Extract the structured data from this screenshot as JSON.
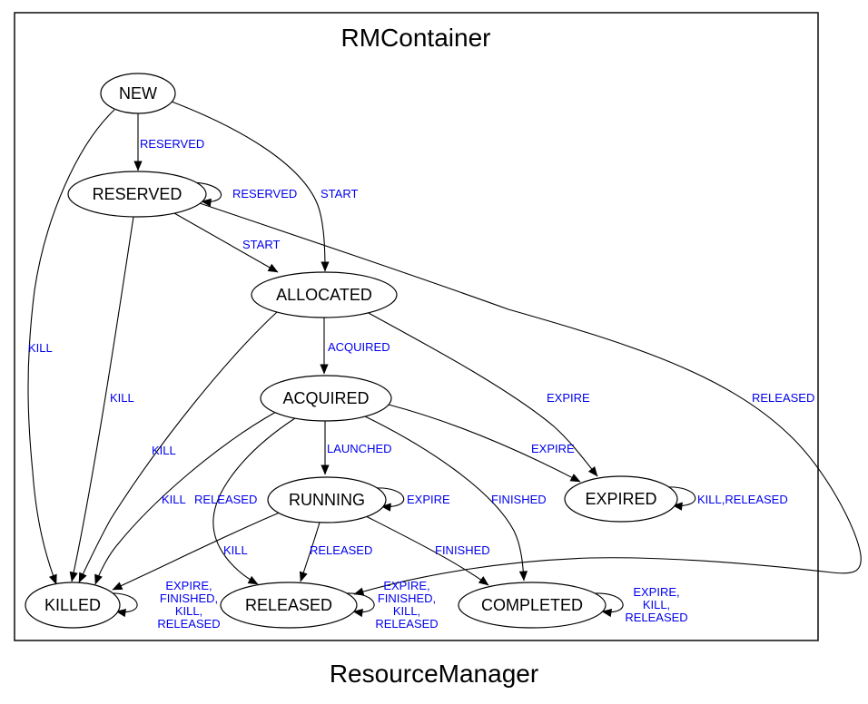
{
  "diagram": {
    "cluster_title": "RMContainer",
    "graph_label": "ResourceManager",
    "colors": {
      "background": "#ffffff",
      "border": "#1a1a1a",
      "node_fill": "#ffffff",
      "node_stroke": "#000000",
      "node_text": "#000000",
      "edge": "#000000",
      "edge_label_text": "#0000ee"
    },
    "nodes": [
      {
        "id": "NEW",
        "label": "NEW"
      },
      {
        "id": "RESERVED",
        "label": "RESERVED"
      },
      {
        "id": "ALLOCATED",
        "label": "ALLOCATED"
      },
      {
        "id": "ACQUIRED",
        "label": "ACQUIRED"
      },
      {
        "id": "RUNNING",
        "label": "RUNNING"
      },
      {
        "id": "EXPIRED",
        "label": "EXPIRED"
      },
      {
        "id": "KILLED",
        "label": "KILLED"
      },
      {
        "id": "RELEASED",
        "label": "RELEASED"
      },
      {
        "id": "COMPLETED",
        "label": "COMPLETED"
      }
    ],
    "edges": [
      {
        "from": "NEW",
        "to": "RESERVED",
        "label": "RESERVED"
      },
      {
        "from": "NEW",
        "to": "ALLOCATED",
        "label": "START"
      },
      {
        "from": "NEW",
        "to": "KILLED",
        "label": "KILL"
      },
      {
        "from": "RESERVED",
        "to": "RESERVED",
        "label": "RESERVED"
      },
      {
        "from": "RESERVED",
        "to": "ALLOCATED",
        "label": "START"
      },
      {
        "from": "RESERVED",
        "to": "KILLED",
        "label": "KILL"
      },
      {
        "from": "RESERVED",
        "to": "RELEASED",
        "label": "RELEASED"
      },
      {
        "from": "ALLOCATED",
        "to": "ACQUIRED",
        "label": "ACQUIRED"
      },
      {
        "from": "ALLOCATED",
        "to": "EXPIRED",
        "label": "EXPIRE"
      },
      {
        "from": "ALLOCATED",
        "to": "KILLED",
        "label": "KILL"
      },
      {
        "from": "ACQUIRED",
        "to": "RUNNING",
        "label": "LAUNCHED"
      },
      {
        "from": "ACQUIRED",
        "to": "EXPIRED",
        "label": "EXPIRE"
      },
      {
        "from": "ACQUIRED",
        "to": "KILLED",
        "label": "KILL"
      },
      {
        "from": "ACQUIRED",
        "to": "RELEASED",
        "label": "RELEASED"
      },
      {
        "from": "ACQUIRED",
        "to": "COMPLETED",
        "label": "FINISHED"
      },
      {
        "from": "RUNNING",
        "to": "RUNNING",
        "label": "EXPIRE"
      },
      {
        "from": "RUNNING",
        "to": "KILLED",
        "label": "KILL"
      },
      {
        "from": "RUNNING",
        "to": "RELEASED",
        "label": "RELEASED"
      },
      {
        "from": "RUNNING",
        "to": "COMPLETED",
        "label": "FINISHED"
      },
      {
        "from": "EXPIRED",
        "to": "EXPIRED",
        "label": "KILL,RELEASED"
      },
      {
        "from": "KILLED",
        "to": "KILLED",
        "label": "EXPIRE, FINISHED, KILL, RELEASED",
        "label_lines": [
          "EXPIRE,",
          "FINISHED,",
          "KILL,",
          "RELEASED"
        ]
      },
      {
        "from": "RELEASED",
        "to": "RELEASED",
        "label": "EXPIRE, FINISHED, KILL, RELEASED",
        "label_lines": [
          "EXPIRE,",
          "FINISHED,",
          "KILL,",
          "RELEASED"
        ]
      },
      {
        "from": "COMPLETED",
        "to": "COMPLETED",
        "label": "EXPIRE, KILL, RELEASED",
        "label_lines": [
          "EXPIRE,",
          "KILL,",
          "RELEASED"
        ]
      }
    ]
  }
}
